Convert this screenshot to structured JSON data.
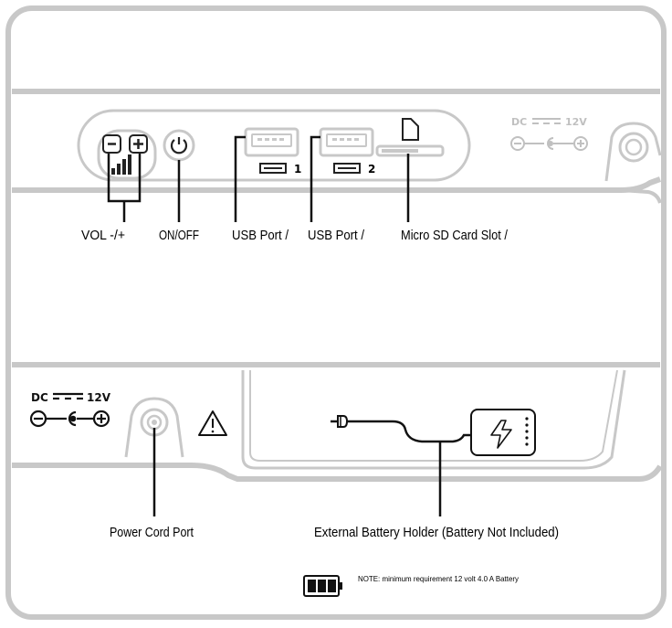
{
  "labels": {
    "vol": "VOL -/+",
    "onoff": "ON/OFF",
    "usb1": "USB Port /",
    "usb2": "USB Port /",
    "sd": "Micro SD Card Slot /",
    "power_cord": "Power Cord Port",
    "battery_holder": "External Battery Holder (Battery Not Included)"
  },
  "port_numbers": {
    "usb1": "1",
    "usb2": "2"
  },
  "dc_top": {
    "dc": "DC",
    "volts": "12V"
  },
  "dc_bottom": {
    "dc": "DC",
    "volts": "12V"
  },
  "note": "NOTE: minimum requirement 12 volt  4.0 A Battery",
  "icons": [
    "vol-minus-icon",
    "vol-plus-icon",
    "volume-bars-icon",
    "power-icon",
    "usb-port-icon",
    "sd-card-icon",
    "dc-polarity-icon",
    "warning-icon",
    "plug-icon",
    "power-bank-icon",
    "battery-icon"
  ]
}
